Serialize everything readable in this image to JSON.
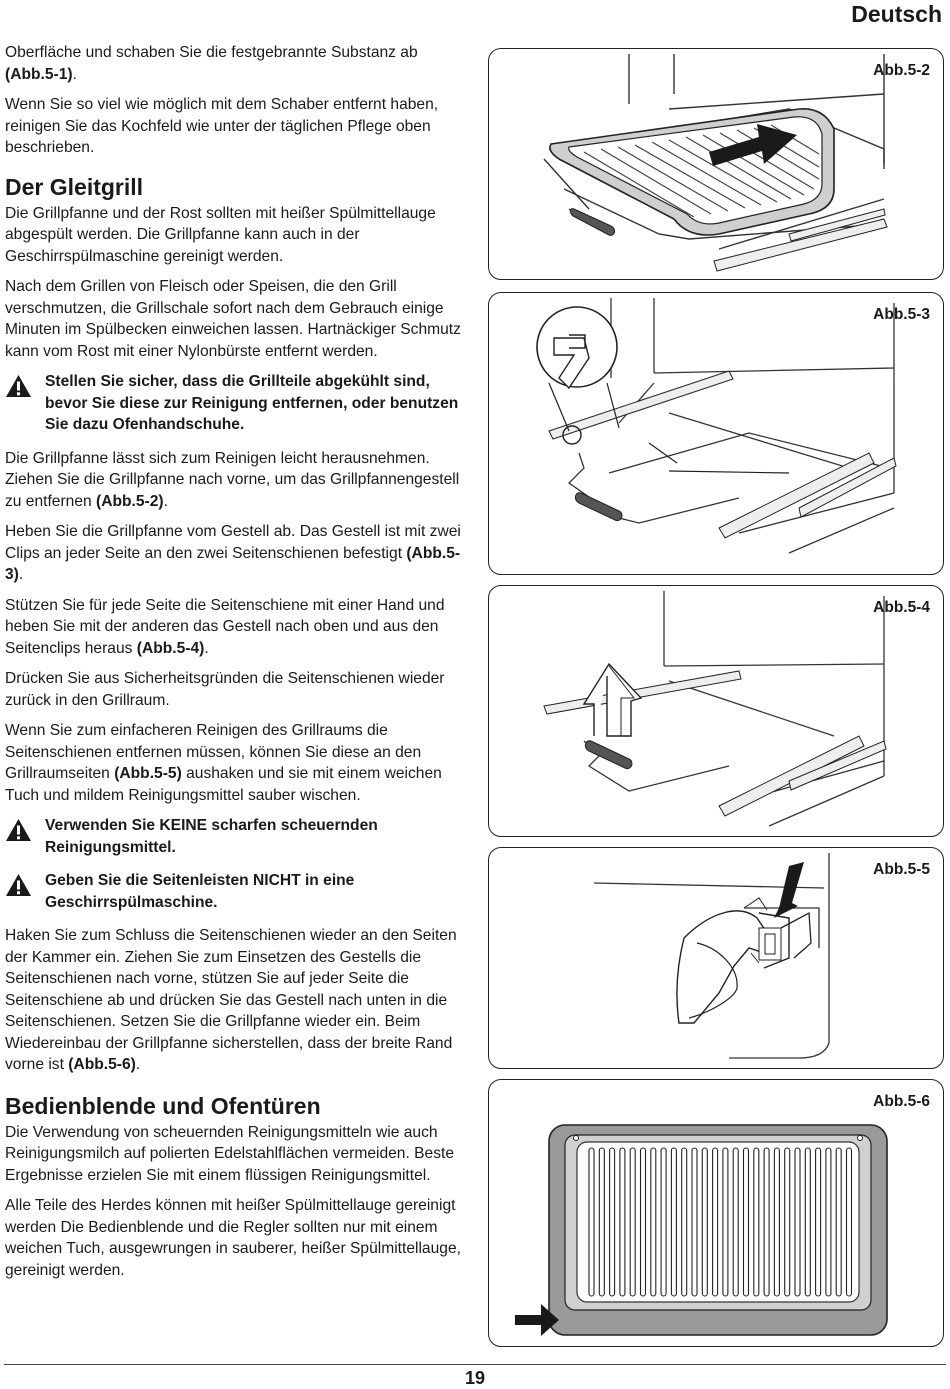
{
  "header": {
    "language": "Deutsch"
  },
  "paragraphs": {
    "p1_text": "Oberfläche und schaben Sie die festgebrannte Substanz ab ",
    "p1_ref": "(Abb.5-1)",
    "p2": "Wenn Sie so viel wie möglich mit dem Schaber entfernt haben, reinigen Sie das Kochfeld wie unter der täglichen Pflege oben beschrieben.",
    "h1": "Der Gleitgrill",
    "p3": "Die Grillpfanne und der Rost sollten mit heißer Spülmittellauge abgespült werden. Die Grillpfanne kann auch in der Geschirrspülmaschine gereinigt werden.",
    "p4": "Nach dem Grillen von Fleisch oder Speisen, die den Grill verschmutzen, die Grillschale sofort nach dem Gebrauch einige Minuten im Spülbecken einweichen lassen. Hartnäckiger Schmutz kann vom Rost mit einer Nylonbürste entfernt werden.",
    "warn1": "Stellen Sie sicher, dass die Grillteile abgekühlt sind, bevor Sie diese zur Reinigung entfernen, oder benutzen Sie dazu Ofenhandschuhe.",
    "p5_text": "Die Grillpfanne lässt sich zum Reinigen leicht herausnehmen. Ziehen Sie die Grillpfanne nach vorne, um das Grillpfannengestell zu entfernen ",
    "p5_ref": "(Abb.5-2)",
    "p6_text": "Heben Sie die Grillpfanne vom Gestell ab. Das Gestell ist mit zwei Clips an jeder Seite an den zwei Seitenschienen befestigt ",
    "p6_ref": "(Abb.5-3)",
    "p7_text": "Stützen Sie für jede Seite die Seitenschiene mit einer Hand und heben Sie mit der anderen das Gestell nach oben und aus den Seitenclips heraus ",
    "p7_ref": "(Abb.5-4)",
    "p8": "Drücken Sie aus Sicherheitsgründen die Seitenschienen wieder zurück in den Grillraum.",
    "p9_a": "Wenn Sie zum einfacheren Reinigen des Grillraums die Seitenschienen entfernen müssen, können Sie diese an den Grillraumseiten ",
    "p9_ref": "(Abb.5-5)",
    "p9_b": " aushaken und sie mit einem weichen Tuch und mildem Reinigungsmittel sauber wischen.",
    "warn2": "Verwenden Sie KEINE scharfen scheuernden Reinigungsmittel.",
    "warn3": "Geben Sie die Seitenleisten NICHT in eine Geschirrspülmaschine.",
    "p10_text": "Haken Sie zum Schluss die Seitenschienen wieder an den Seiten der Kammer ein. Ziehen Sie zum Einsetzen des Gestells die Seitenschienen nach vorne, stützen Sie auf jeder Seite die Seitenschiene ab und drücken Sie das Gestell nach unten in die Seitenschienen. Setzen Sie die Grillpfanne wieder ein. Beim Wiedereinbau der Grillpfanne sicherstellen, dass der breite Rand vorne ist ",
    "p10_ref": "(Abb.5-6)",
    "h2": "Bedienblende und Ofentüren",
    "p11": "Die Verwendung von scheuernden Reinigungsmitteln wie auch Reinigungsmilch auf polierten Edelstahlflächen vermeiden. Beste Ergebnisse erzielen Sie mit einem flüssigen Reinigungsmittel.",
    "p12": "Alle Teile des Herdes können mit heißer Spülmittellauge gereinigt werden Die Bedienblende und die Regler sollten nur mit einem weichen Tuch, ausgewrungen in sauberer, heißer Spülmittellauge, gereinigt werden."
  },
  "punct": {
    "dot": "."
  },
  "figures": {
    "f2": "Abb.5-2",
    "f3": "Abb.5-3",
    "f4": "Abb.5-4",
    "f5": "Abb.5-5",
    "f6": "Abb.5-6"
  },
  "footer": {
    "page_number": "19"
  },
  "icons": {
    "warning": "warning-triangle-icon"
  }
}
